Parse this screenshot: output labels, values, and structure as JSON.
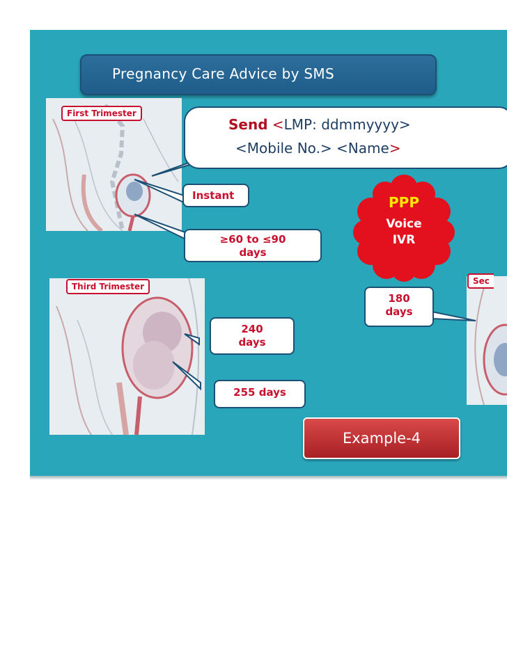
{
  "title": "Pregnancy Care Advice by SMS",
  "trimesters": {
    "first": "First Trimester",
    "third": "Third Trimester",
    "second": "Sec"
  },
  "send": {
    "word": "Send",
    "lt1": "<",
    "lmp": "LMP: ddmmyyyy>",
    "line2_a": "<Mobile No.> <Name",
    "gt": ">"
  },
  "callouts": {
    "instant": "Instant",
    "range_line1": "≥60 to ≤90",
    "range_line2": "days",
    "d240_line1": "240",
    "d240_line2": "days",
    "d255": "255 days",
    "d180_line1": "180",
    "d180_line2": "days"
  },
  "cloud": {
    "line1": "PPP",
    "line2": "Voice",
    "line3": "IVR"
  },
  "example": "Example-4",
  "colors": {
    "slide_bg": "#2aa6bb",
    "title_bg": "#1f5d8a",
    "accent_red": "#c8102e",
    "cloud_red": "#e3101e",
    "cloud_text": "#ffe600"
  }
}
